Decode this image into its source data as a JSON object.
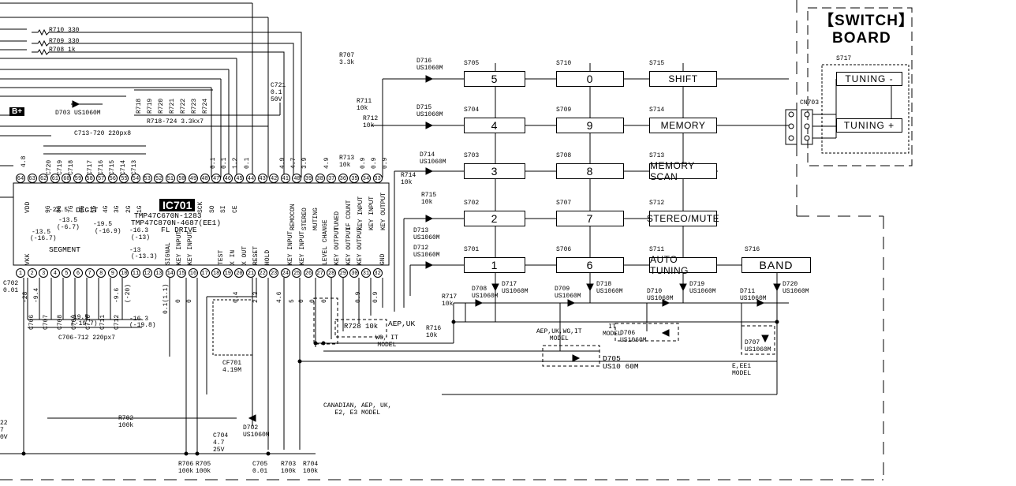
{
  "board": {
    "title_line1": "SWITCH",
    "title_line2": "BOARD",
    "bracket_left": "【",
    "bracket_right": "】",
    "connector": "CN703"
  },
  "board_switch_ref": "S717",
  "board_buttons": [
    "TUNING -",
    "TUNING +"
  ],
  "switch_rows": [
    [
      {
        "ref": "S705",
        "label": "5"
      },
      {
        "ref": "S710",
        "label": "0"
      },
      {
        "ref": "S715",
        "label": "SHIFT"
      }
    ],
    [
      {
        "ref": "S704",
        "label": "4"
      },
      {
        "ref": "S709",
        "label": "9"
      },
      {
        "ref": "S714",
        "label": "MEMORY"
      }
    ],
    [
      {
        "ref": "S703",
        "label": "3"
      },
      {
        "ref": "S708",
        "label": "8"
      },
      {
        "ref": "S713",
        "label": "MEMORY SCAN"
      }
    ],
    [
      {
        "ref": "S702",
        "label": "2"
      },
      {
        "ref": "S707",
        "label": "7"
      },
      {
        "ref": "S712",
        "label": "STEREO/MUTE"
      }
    ],
    [
      {
        "ref": "S701",
        "label": "1"
      },
      {
        "ref": "S706",
        "label": "6"
      },
      {
        "ref": "S711",
        "label": "AUTO TUNING"
      }
    ]
  ],
  "band_switch": {
    "ref": "S716",
    "label": "BAND"
  },
  "row_diodes": [
    {
      "ref": "D716",
      "part": "US1060M"
    },
    {
      "ref": "D715",
      "part": "US1060M"
    },
    {
      "ref": "D714",
      "part": "US1060M"
    },
    {
      "ref": "D713",
      "part": "US1060M"
    },
    {
      "ref": "D712",
      "part": "US1060M"
    }
  ],
  "bottom_diodes": [
    {
      "ref": "D708",
      "part": "US1060M"
    },
    {
      "ref": "D717",
      "part": "US1060M"
    },
    {
      "ref": "D709",
      "part": "US1060M"
    },
    {
      "ref": "D718",
      "part": "US1060M"
    },
    {
      "ref": "D710",
      "part": "US1060M"
    },
    {
      "ref": "D719",
      "part": "US1060M"
    },
    {
      "ref": "D711",
      "part": "US1060M"
    },
    {
      "ref": "D720",
      "part": "US1060M"
    }
  ],
  "ic": {
    "label": "IC701",
    "part1": "TMP47C670N-1283",
    "part2": "TMP47C870N-4687(EE1)",
    "desc": "FL DRIVE",
    "top_pins": [
      "64",
      "63",
      "62",
      "61",
      "60",
      "59",
      "58",
      "57",
      "56",
      "55",
      "54",
      "53",
      "52",
      "51",
      "50",
      "49",
      "48",
      "47",
      "46",
      "45",
      "44",
      "43",
      "42",
      "41",
      "40",
      "39",
      "38",
      "37",
      "36",
      "35",
      "34",
      "33"
    ],
    "bottom_pins": [
      "1",
      "2",
      "3",
      "4",
      "5",
      "6",
      "7",
      "8",
      "9",
      "10",
      "11",
      "12",
      "13",
      "14",
      "15",
      "16",
      "17",
      "18",
      "19",
      "20",
      "21",
      "22",
      "23",
      "24",
      "25",
      "26",
      "27",
      "28",
      "29",
      "30",
      "31",
      "32"
    ],
    "top_names": [
      "VDD",
      "9G",
      "8G",
      "7G",
      "6G",
      "5G",
      "4G",
      "3G",
      "2G",
      "1G",
      "SCK",
      "SO",
      "SI",
      "CE",
      "REMOCON",
      "STEREO",
      "MUTING",
      "TUNED",
      "IF COUNT",
      "KEY INPUT",
      "KEY INPUT",
      "KEY OUTPUT"
    ],
    "bottom_names": [
      "VKK",
      "SIGNAL",
      "KEY INPUT",
      "KEY INPUT",
      "TEST",
      "X IN",
      "X OUT",
      "RESET",
      "HOLD",
      "KEY INPUT",
      "KEY INPUT",
      "LEVEL CHANGE",
      "KEY OUTPUT",
      "KEY OUTPUT",
      "KEY OUTPUT",
      "GND"
    ],
    "digit_label": "DEGIT",
    "segment_label": "SEGMENT"
  },
  "resistors": [
    {
      "ref": "R710",
      "value": "330"
    },
    {
      "ref": "R709",
      "value": "330"
    },
    {
      "ref": "R708",
      "value": "1k"
    },
    {
      "ref": "R707",
      "value": "3.3k"
    },
    {
      "ref": "R711",
      "value": "10k"
    },
    {
      "ref": "R712",
      "value": "10k"
    },
    {
      "ref": "R713",
      "value": "10k"
    },
    {
      "ref": "R714",
      "value": "10k"
    },
    {
      "ref": "R715",
      "value": "10k"
    },
    {
      "ref": "R716",
      "value": "10k"
    },
    {
      "ref": "R717",
      "value": "10k"
    },
    {
      "ref": "R702",
      "value": "100k"
    },
    {
      "ref": "R706",
      "value": "100k"
    },
    {
      "ref": "R705",
      "value": "100k"
    },
    {
      "ref": "R703",
      "value": "100k"
    },
    {
      "ref": "R704",
      "value": "100k"
    }
  ],
  "notes": {
    "r718_724": "R718-724 3.3kx7",
    "r718_list": [
      "R718",
      "R719",
      "R720",
      "R721",
      "R722",
      "R723",
      "R724"
    ],
    "c713_720": "C713-720 220px8",
    "c713_list": [
      "C720",
      "C719",
      "C718",
      "C717",
      "C716",
      "C715",
      "C714",
      "C713"
    ],
    "c706_712": "C706-712 220px7",
    "c706_list": [
      "C706",
      "C707",
      "C708",
      "C709",
      "C710",
      "C711",
      "C712"
    ],
    "c721": "C721\n0.1\n50V",
    "c702": "C702\n0.01",
    "c704": "C704\n4.7\n25V",
    "c705": "C705\n0.01",
    "cf701": "CF701\n4.19M",
    "d703": "D703 US1060M",
    "d702": "D702\nUS1060M",
    "d705": "D705\nUS10 60M",
    "d706": "D706\nUS1060M",
    "d707": "D707\nUS1060M",
    "r728": "R728 10k",
    "aep_uk": "AEP,UK",
    "wg_it": "WG, IT\nMODEL",
    "canadian": "CANADIAN, AEP, UK,\nE2, E3 MODEL",
    "aep_uk_wg_it": "AEP,UK,WG,IT\nMODEL",
    "it_model": "IT\nMODEL",
    "e_ee1": "E,EE1\nMODEL",
    "b_plus": "B+",
    "left_partial": "22\n7\n0V"
  },
  "voltages": {
    "top": [
      "4.8",
      "0.1",
      "0.1",
      "1.2",
      "0.1",
      "4.9",
      "4.7",
      "3.9",
      "4.9",
      "0.9",
      "0.9",
      "0.9"
    ],
    "bottom": [
      "-28",
      "-9.4",
      "-9.6",
      "(-20)",
      "0.1(1.1)",
      "0",
      "0",
      "0.4",
      "2.3",
      "4.6",
      "5",
      "0",
      "0",
      "0",
      "0.9",
      "0.9"
    ],
    "neg": [
      "-13.5",
      "(-6.7)",
      "-13.5",
      "(-16.7)",
      "-19.5",
      "(-16.9)",
      "-16.3",
      "(-13)",
      "-13",
      "(-13.3)",
      "-19.5",
      "(-19.7)",
      "-16.3",
      "(-19.8)",
      "-23.5"
    ]
  }
}
